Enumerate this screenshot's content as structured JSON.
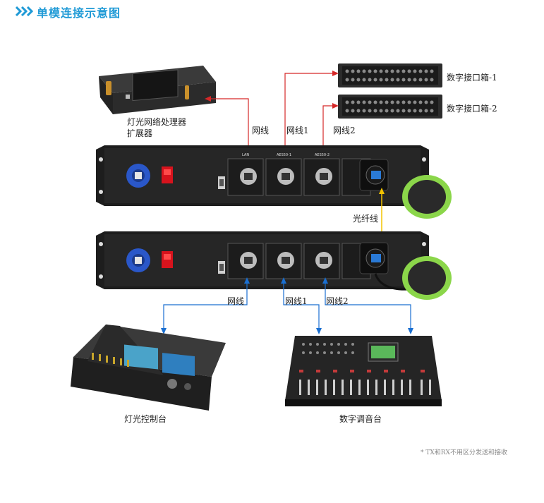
{
  "header": {
    "title": "单模连接示意图"
  },
  "devices": {
    "lighting_processor": {
      "line1": "灯光网络处理器",
      "line2": "扩展器"
    },
    "interface_box_1": {
      "label": "数字接口箱-1"
    },
    "interface_box_2": {
      "label": "数字接口箱-2"
    },
    "lighting_console": {
      "label": "灯光控制台"
    },
    "audio_mixer": {
      "label": "数字调音台"
    }
  },
  "top_links": {
    "lan": "网线",
    "aes1": "网线1",
    "aes2": "网线2"
  },
  "fiber_label": "光纤线",
  "bottom_links": {
    "lan": "网线",
    "aes1": "网线1",
    "aes2": "网线2"
  },
  "footnote": "* TX和RX不用区分发送和接收",
  "panel_ports": {
    "lan": "LAN",
    "aes1": "AES50-1",
    "aes2": "AES50-2"
  },
  "colors": {
    "accent": "#1f9ad6",
    "top_link": "#d62828",
    "bottom_link": "#1a6fd1",
    "fiber": "#f2c200",
    "gland": "#8bd64a"
  }
}
